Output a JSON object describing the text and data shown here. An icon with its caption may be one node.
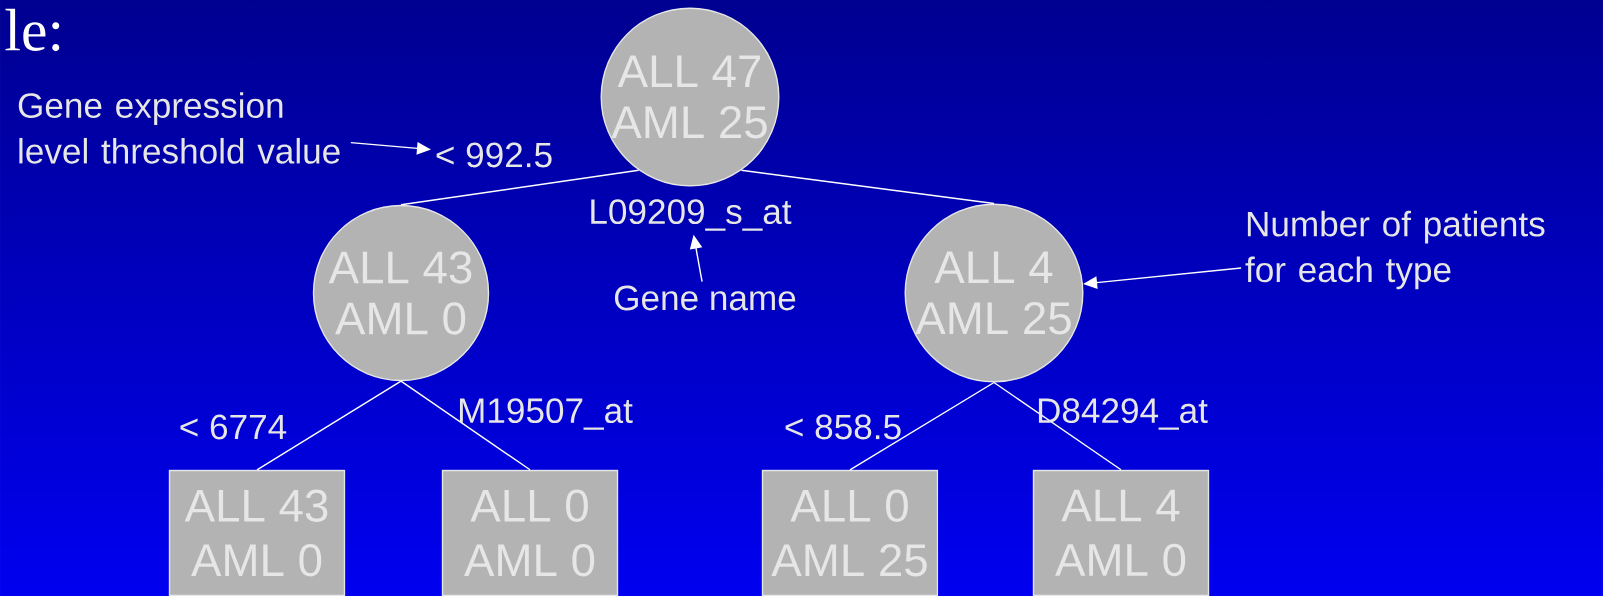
{
  "diagram": {
    "nodes": [
      {
        "text": [
          "ALL 47",
          "AML 25"
        ]
      },
      {
        "text": [
          "ALL 43",
          "AML 0"
        ]
      },
      {
        "text": [
          "ALL 4",
          "AML 25"
        ]
      },
      {
        "text": [
          "ALL 43",
          "AML 0"
        ]
      },
      {
        "text": [
          "ALL 0",
          "AML 0"
        ]
      },
      {
        "text": [
          "ALL 0",
          "AML 25"
        ]
      },
      {
        "text": [
          "ALL 4",
          "AML 0"
        ]
      },
      {
        "text": [
          "Gene expression level threshold value"
        ]
      },
      {
        "text": [
          "< 992.5"
        ]
      },
      {
        "text": [
          "L09209_s_at"
        ]
      },
      {
        "text": [
          "Gene name"
        ]
      },
      {
        "text": [
          "Number of patients for each type"
        ]
      }
    ],
    "edges": [
      {
        "from": 0,
        "to": 1,
        "arrow": "none"
      },
      {
        "from": 0,
        "to": 2,
        "arrow": "none"
      },
      {
        "from": 1,
        "to": 3,
        "arrow": "none"
      },
      {
        "from": 1,
        "to": 4,
        "arrow": "none"
      },
      {
        "from": 2,
        "to": 5,
        "arrow": "none"
      },
      {
        "from": 2,
        "to": 6,
        "arrow": "none"
      },
      {
        "from": 7,
        "to": 8,
        "arrow": "to"
      },
      {
        "from": 10,
        "to": 9,
        "arrow": "to"
      },
      {
        "from": 11,
        "to": 2,
        "arrow": "to"
      }
    ],
    "labels": [
      "le:",
      "< 6774",
      "M19507_at",
      "< 858.5",
      "D84294_at"
    ]
  }
}
